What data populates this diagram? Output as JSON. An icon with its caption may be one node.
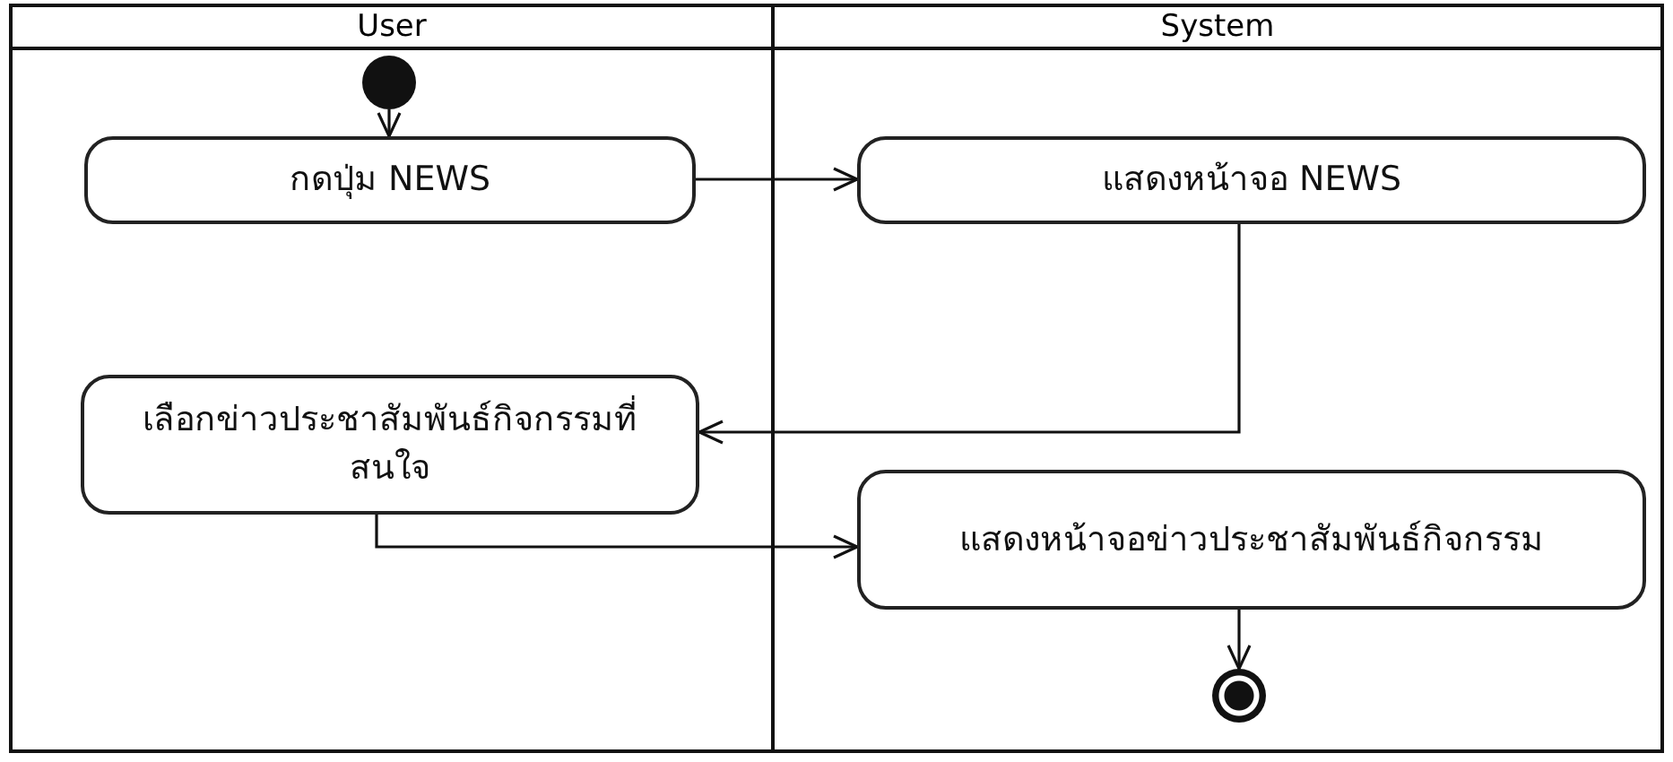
{
  "diagram": {
    "nodes": [
      {
        "text": [
          "User"
        ]
      },
      {
        "text": [
          "System"
        ]
      },
      {
        "text": [],
        "shape": "circle",
        "in": 0
      },
      {
        "text": [
          "กดปุ่ม NEWS"
        ],
        "in": 0
      },
      {
        "text": [
          "แสดงหน้าจอ NEWS"
        ],
        "in": 1
      },
      {
        "text": [
          "เลือกข่าวประชาสัมพันธ์กิจกรรมที่สนใจ"
        ],
        "in": 0
      },
      {
        "text": [
          "แสดงหน้าจอข่าวประชาสัมพันธ์กิจกรรม"
        ],
        "in": 1
      },
      {
        "text": [],
        "shape": "circle",
        "in": 1
      }
    ],
    "edges": [
      {
        "from": 2,
        "to": 3,
        "arrow": "to"
      },
      {
        "from": 3,
        "to": 4,
        "arrow": "to"
      },
      {
        "from": 4,
        "to": 5,
        "arrow": "to"
      },
      {
        "from": 5,
        "to": 6,
        "arrow": "to"
      },
      {
        "from": 6,
        "to": 7,
        "arrow": "to"
      }
    ]
  }
}
